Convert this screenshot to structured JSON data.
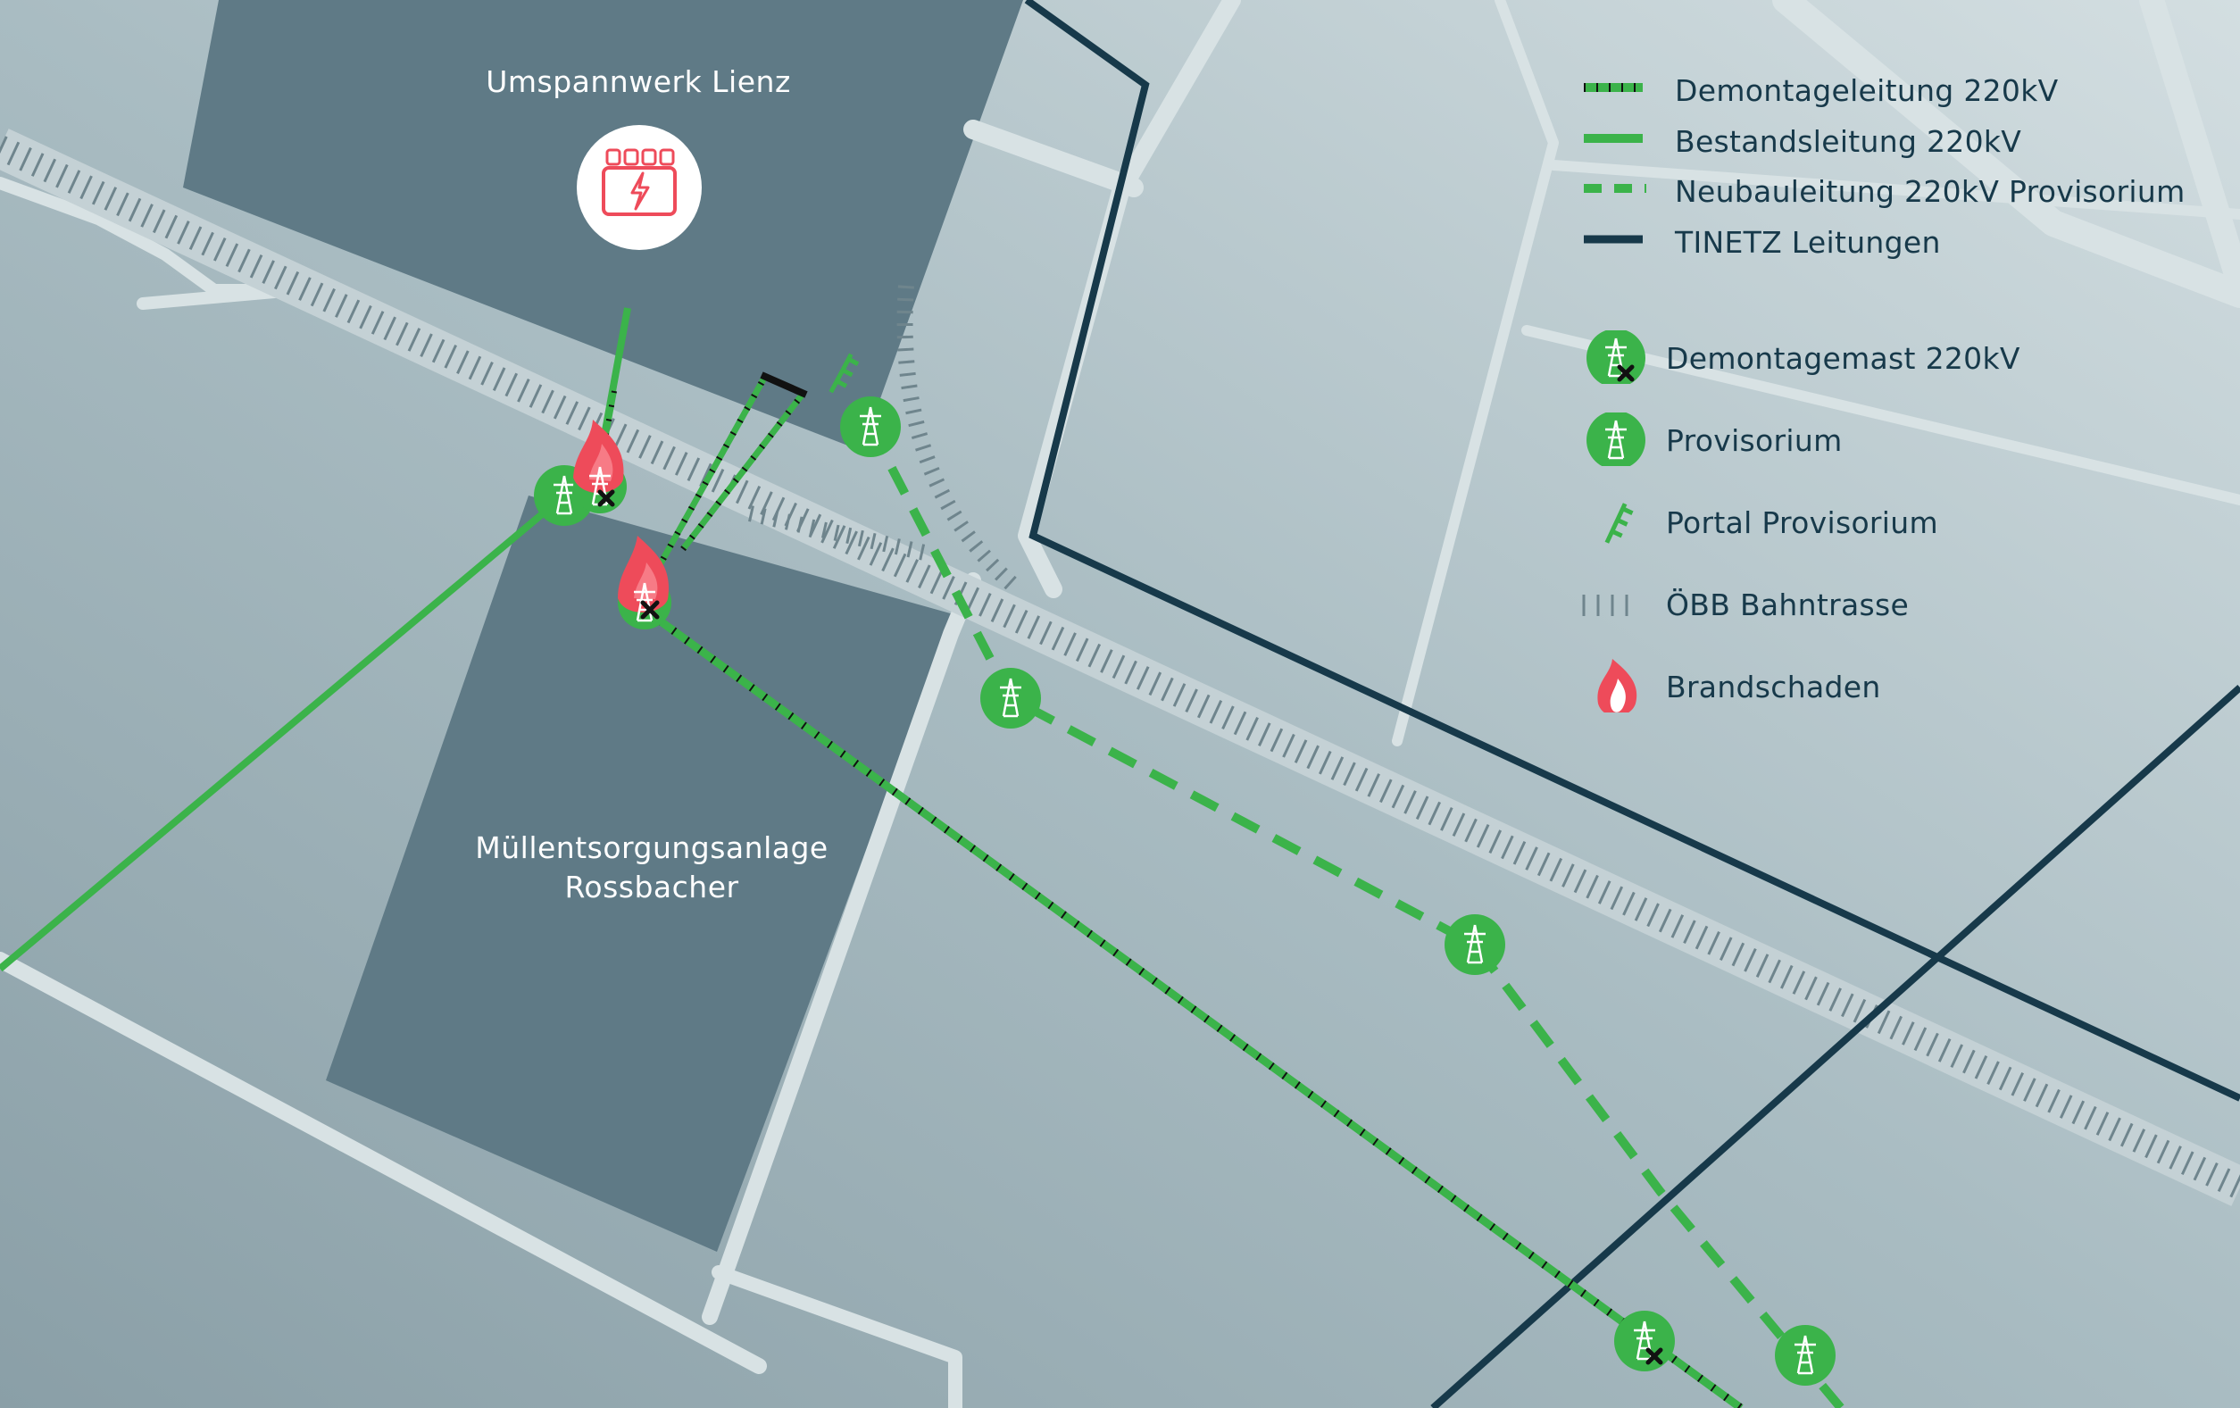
{
  "colors": {
    "background": "#a9bcc2",
    "building": "#5f7a86",
    "road": "#d8e2e4",
    "rail": "#6f858d",
    "green": "#3bb34a",
    "tinetz": "#17394a",
    "fire": "#ee4b5a",
    "label_text": "#ffffff",
    "legend_text": "#17394a"
  },
  "map_labels": {
    "substation": "Umspannwerk Lienz",
    "plant_line1": "Müllentsorgungsanlage",
    "plant_line2": "Rossbacher"
  },
  "substation_icon": "substation-icon",
  "legend": [
    {
      "key": "demontage_line",
      "label": "Demontageleitung 220kV",
      "symbol": "green-line-with-crosses"
    },
    {
      "key": "bestand_line",
      "label": "Bestandsleitung 220kV",
      "symbol": "solid-green-line"
    },
    {
      "key": "neubau_line",
      "label": "Neubauleitung 220kV Provisorium",
      "symbol": "dashed-green-line"
    },
    {
      "key": "tinetz_line",
      "label": "TINETZ Leitungen",
      "symbol": "dark-navy-line"
    },
    {
      "key": "demontage_mast",
      "label": "Demontagemast 220kV",
      "symbol": "pylon-icon-with-x"
    },
    {
      "key": "provisorium",
      "label": "Provisorium",
      "symbol": "pylon-icon"
    },
    {
      "key": "portal",
      "label": "Portal Provisorium",
      "symbol": "portal-icon"
    },
    {
      "key": "rail",
      "label": "ÖBB Bahntrasse",
      "symbol": "rail-ticks"
    },
    {
      "key": "fire",
      "label": "Brandschaden",
      "symbol": "fire-icon"
    }
  ]
}
